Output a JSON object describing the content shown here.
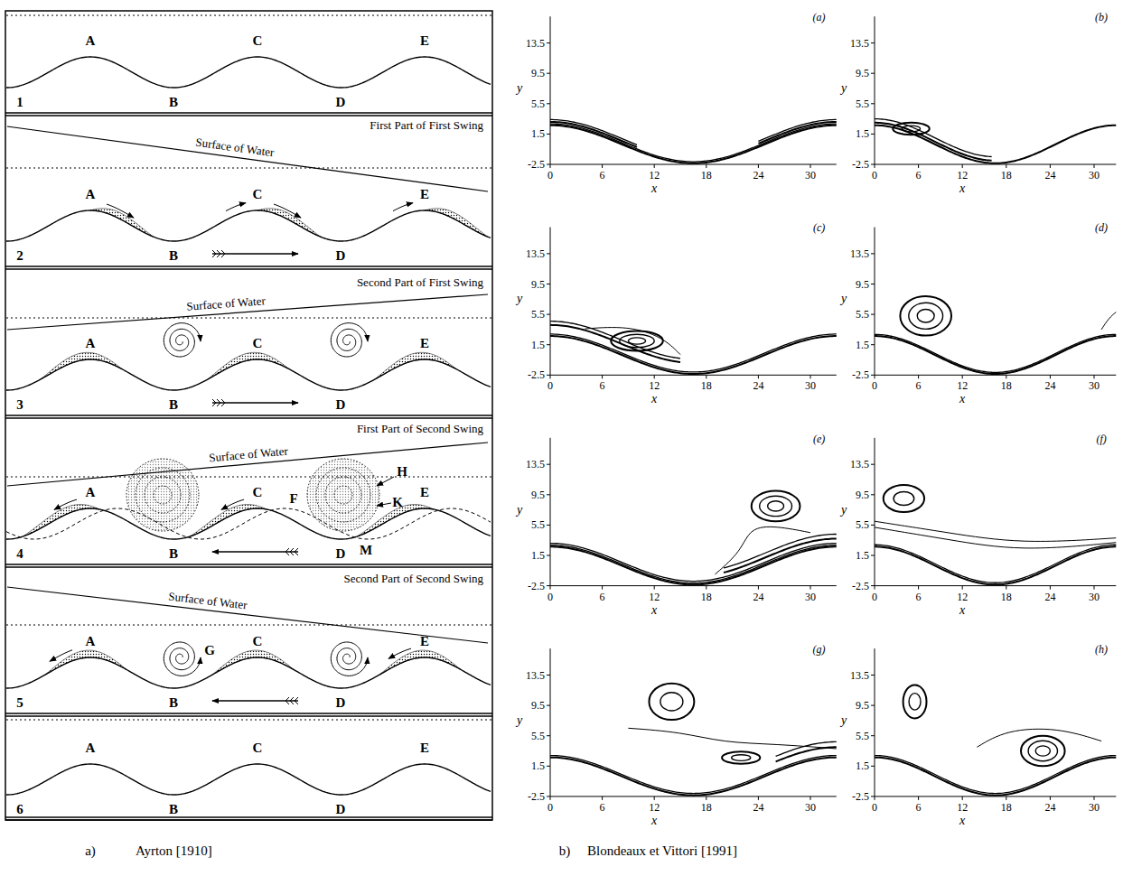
{
  "diagram": {
    "labels": [
      "A",
      "C",
      "E",
      "B",
      "D",
      "1",
      "First Part of First Swing",
      "Surface of Water",
      "A",
      "C",
      "E",
      "B",
      "D",
      "2",
      "Second Part of First Swing",
      "Surface of Water",
      "A",
      "C",
      "E",
      "B",
      "D",
      "3",
      "First Part of Second Swing",
      "Surface of Water",
      "A",
      "C",
      "H",
      "E",
      "F",
      "K",
      "M",
      "B",
      "D",
      "4",
      "Second Part of Second Swing",
      "Surface of Water",
      "A",
      "C",
      "G",
      "E",
      "B",
      "D",
      "5",
      "A",
      "C",
      "E",
      "B",
      "D",
      "6",
      "(a)",
      "13.5",
      "9.5",
      "5.5",
      "1.5",
      "-2.5",
      "y",
      "0",
      "6",
      "12",
      "18",
      "24",
      "30",
      "x",
      "(b)",
      "13.5",
      "9.5",
      "5.5",
      "1.5",
      "-2.5",
      "y",
      "0",
      "6",
      "12",
      "18",
      "24",
      "30",
      "x",
      "(c)",
      "13.5",
      "9.5",
      "5.5",
      "1.5",
      "-2.5",
      "y",
      "0",
      "6",
      "12",
      "18",
      "24",
      "30",
      "x",
      "(d)",
      "13.5",
      "9.5",
      "5.5",
      "1.5",
      "-2.5",
      "y",
      "0",
      "6",
      "12",
      "18",
      "24",
      "30",
      "x",
      "(e)",
      "13.5",
      "9.5",
      "5.5",
      "1.5",
      "-2.5",
      "y",
      "0",
      "6",
      "12",
      "18",
      "24",
      "30",
      "x",
      "(f)",
      "13.5",
      "9.5",
      "5.5",
      "1.5",
      "-2.5",
      "y",
      "0",
      "6",
      "12",
      "18",
      "24",
      "30",
      "x",
      "(g)",
      "13.5",
      "9.5",
      "5.5",
      "1.5",
      "-2.5",
      "y",
      "0",
      "6",
      "12",
      "18",
      "24",
      "30",
      "x",
      "(h)",
      "13.5",
      "9.5",
      "5.5",
      "1.5",
      "-2.5",
      "y",
      "0",
      "6",
      "12",
      "18",
      "24",
      "30",
      "x",
      "a)",
      "Ayrton [1910]",
      "b)",
      "Blondeaux et Vittori [1991]"
    ]
  }
}
